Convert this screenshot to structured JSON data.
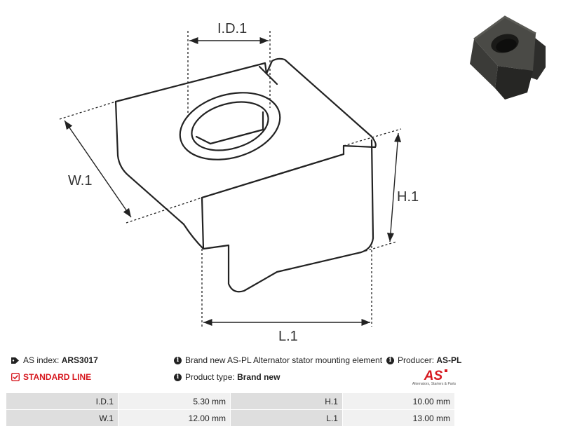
{
  "diagram": {
    "labels": {
      "id1": "I.D.1",
      "w1": "W.1",
      "h1": "H.1",
      "l1": "L.1"
    }
  },
  "photo": {
    "icon": "stator-mounting-element-photo"
  },
  "info": {
    "as_index_label": "AS index:",
    "as_index_value": "ARS3017",
    "standard_line": "STANDARD LINE",
    "description": "Brand new AS-PL Alternator stator mounting element",
    "product_type_label": "Product type:",
    "product_type_value": "Brand new",
    "producer_label": "Producer:",
    "producer_value": "AS-PL"
  },
  "logo": {
    "mark": "AS",
    "tagline": "Alternators, Starters & Parts",
    "accent": "#d71920"
  },
  "specs": {
    "rows": [
      {
        "k1": "I.D.1",
        "v1": "5.30 mm",
        "k2": "H.1",
        "v2": "10.00 mm"
      },
      {
        "k1": "W.1",
        "v1": "12.00 mm",
        "k2": "L.1",
        "v2": "13.00 mm"
      }
    ]
  }
}
